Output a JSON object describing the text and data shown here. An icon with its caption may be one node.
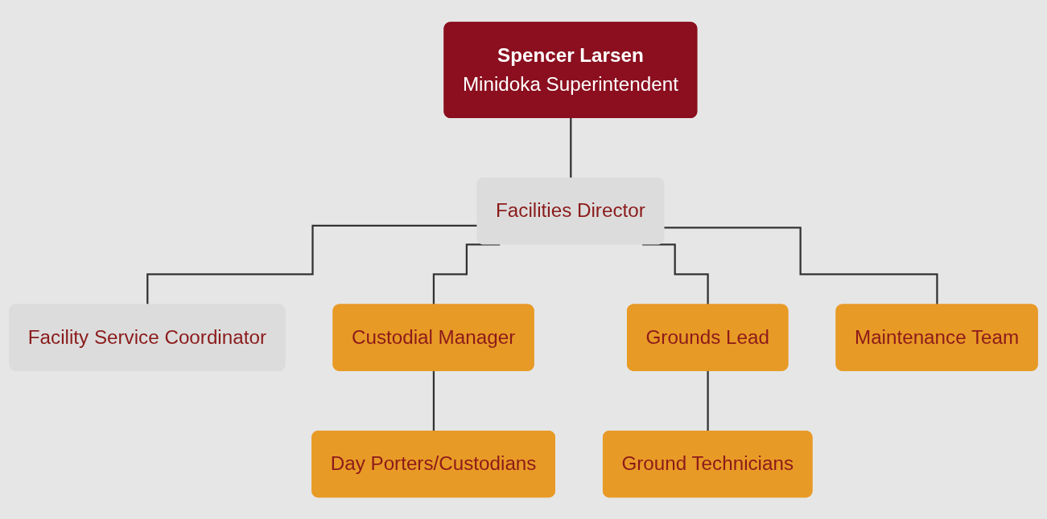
{
  "diagram": {
    "nodes": [
      {
        "text": [
          "Spencer Larsen",
          "Minidoka Superintendent"
        ]
      },
      {
        "text": [
          "Facilities Director"
        ]
      },
      {
        "text": [
          "Facility Service Coordinator"
        ]
      },
      {
        "text": [
          "Custodial Manager"
        ]
      },
      {
        "text": [
          "Grounds Lead"
        ]
      },
      {
        "text": [
          "Day Porters/Custodians"
        ]
      },
      {
        "text": [
          "Ground Technicians"
        ]
      },
      {
        "text": [
          "Maintenance Team"
        ]
      }
    ],
    "edges": [
      {
        "from": 0,
        "to": 1,
        "arrow": "none"
      },
      {
        "from": 1,
        "to": 2,
        "arrow": "none"
      },
      {
        "from": 1,
        "to": 3,
        "arrow": "none"
      },
      {
        "from": 1,
        "to": 4,
        "arrow": "none"
      },
      {
        "from": 3,
        "to": 5,
        "arrow": "none"
      },
      {
        "from": 4,
        "to": 6,
        "arrow": "none"
      },
      {
        "from": 1,
        "to": 7,
        "arrow": "none"
      }
    ]
  }
}
